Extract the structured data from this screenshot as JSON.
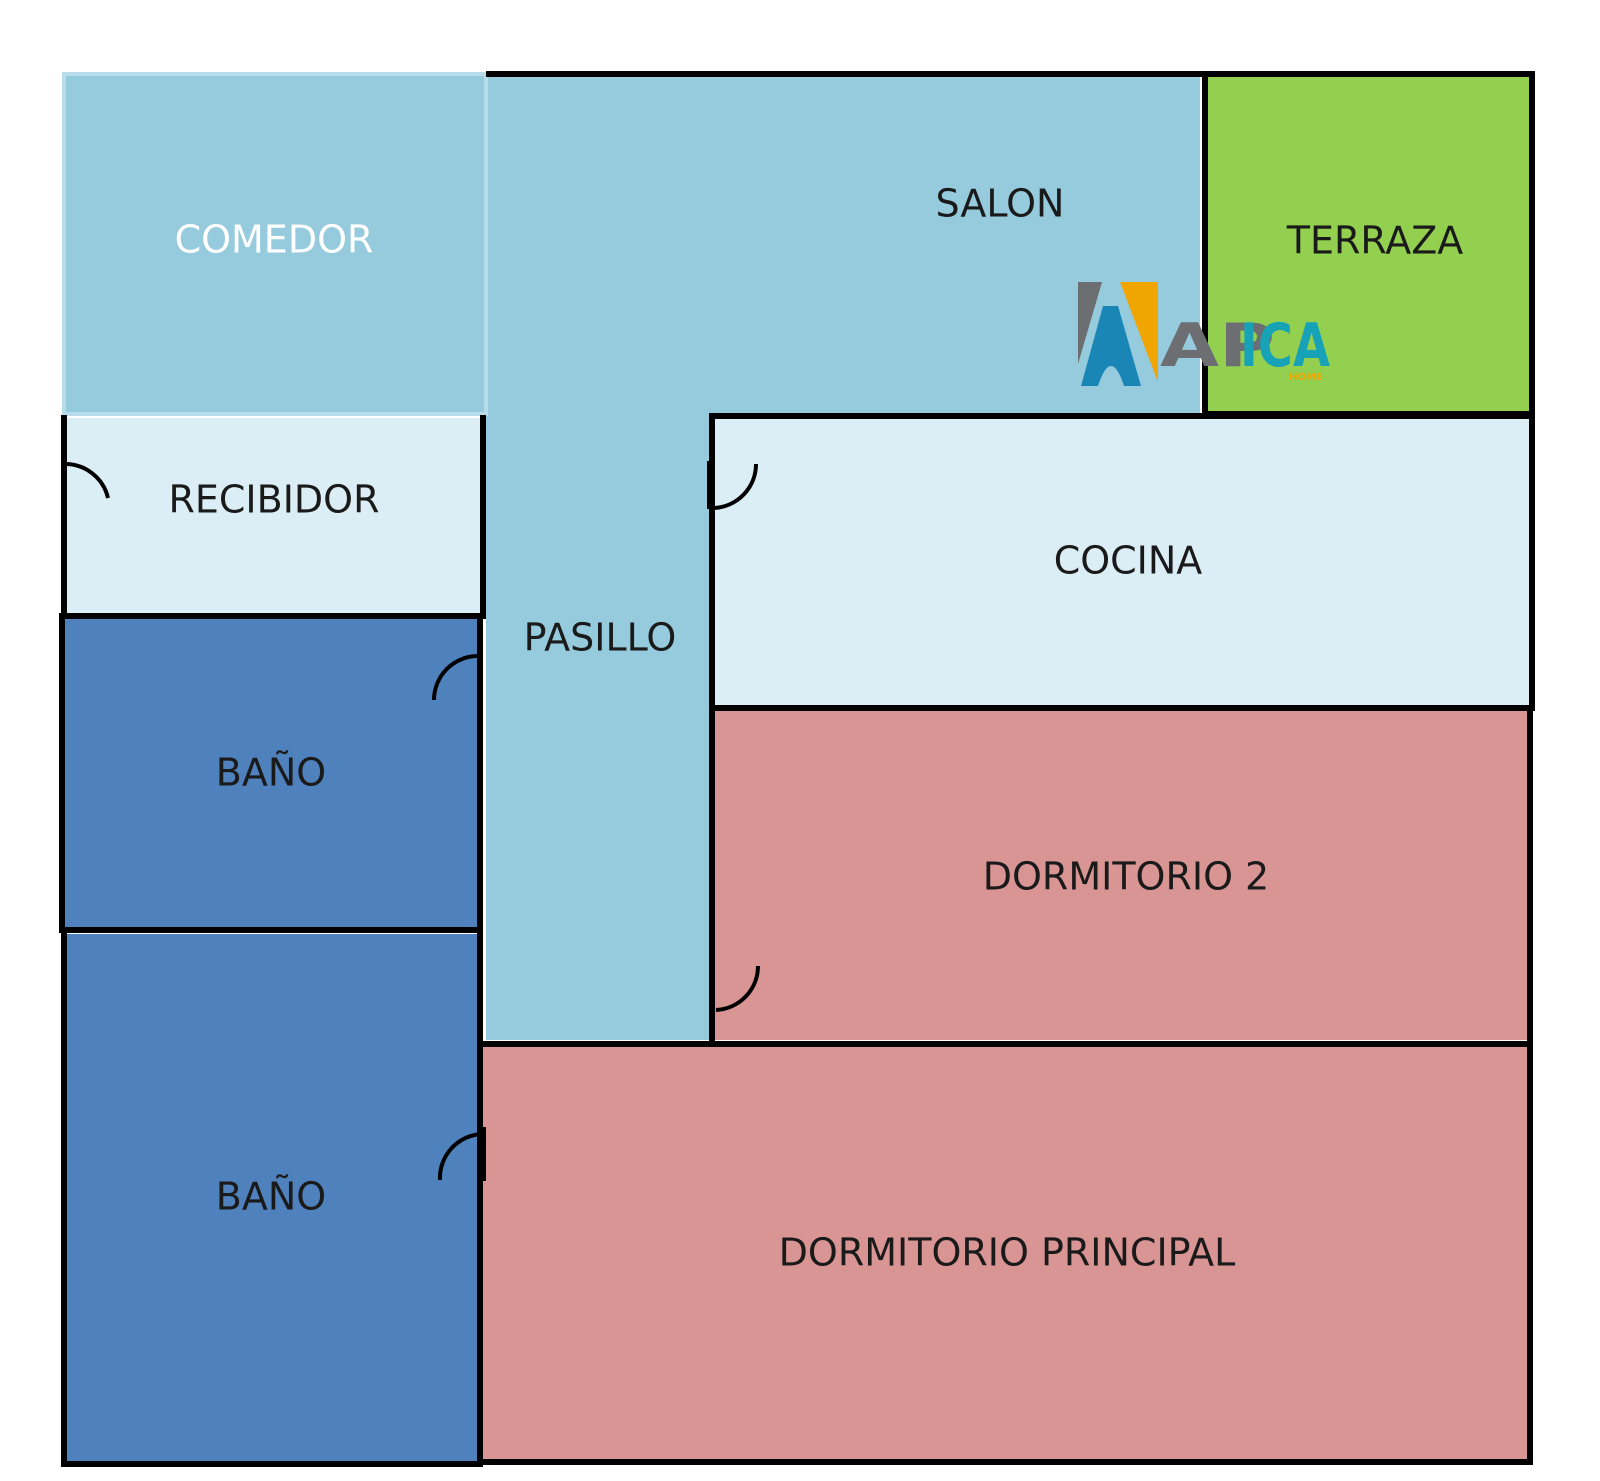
{
  "colors": {
    "salon": "#95cbdd",
    "comedor": "#95cbdd",
    "pasillo": "#95cbdd",
    "recibidor": "#dceef5",
    "cocina": "#dceef5",
    "terraza": "#93d050",
    "bano": "#4f81bd",
    "dormitorio": "#d99594",
    "wall": "#000000",
    "label": "#1a1a1a",
    "label_light": "#ffffff"
  },
  "rooms": {
    "comedor": "COMEDOR",
    "salon": "SALON",
    "terraza": "TERRAZA",
    "recibidor": "RECIBIDOR",
    "pasillo": "PASILLO",
    "cocina": "COCINA",
    "bano_1": "BAÑO",
    "bano_2": "BAÑO",
    "dormitorio_2": "DORMITORIO 2",
    "dormitorio_principal": "DORMITORIO PRINCIPAL"
  },
  "logo": {
    "text": "APICA",
    "subtext": "HOME",
    "colors": {
      "gray": "#6d6e71",
      "orange": "#f0a500",
      "blue": "#1a86b5",
      "teal": "#17a2b8",
      "green": "#7dbb2c"
    }
  }
}
